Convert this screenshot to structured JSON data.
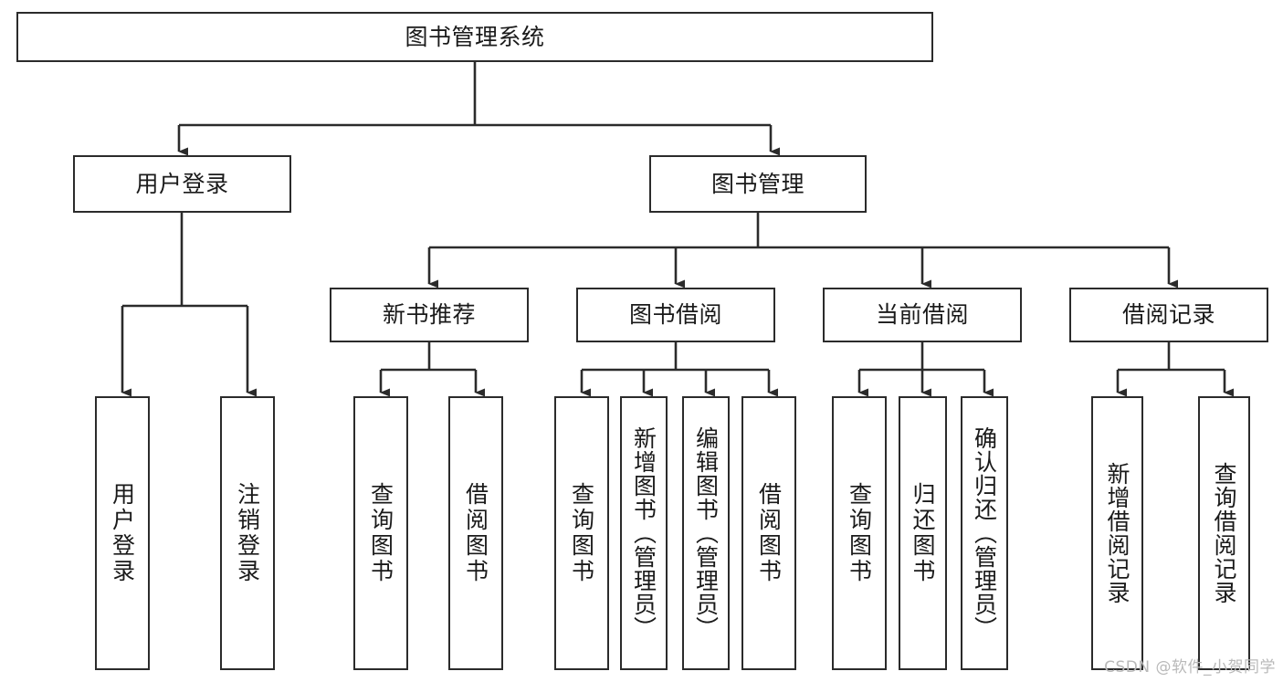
{
  "diagram": {
    "title": "图书管理系统",
    "type": "tree-hierarchy-chart",
    "watermark": "CSDN @软件_小贺同学",
    "colors": {
      "stroke": "#2b2b2b",
      "fill": "#ffffff",
      "text": "#1a1a1a",
      "watermark": "#b9b9b9"
    },
    "nodes": {
      "root": {
        "label": "图书管理系统"
      },
      "level2": [
        {
          "id": "user-login",
          "label": "用户登录"
        },
        {
          "id": "book-manage",
          "label": "图书管理"
        }
      ],
      "level3": [
        {
          "id": "new-book-recommend",
          "label": "新书推荐"
        },
        {
          "id": "book-borrow",
          "label": "图书借阅"
        },
        {
          "id": "current-borrow",
          "label": "当前借阅"
        },
        {
          "id": "borrow-record",
          "label": "借阅记录"
        }
      ],
      "leaves": {
        "user_login": [
          {
            "id": "leaf-user-login",
            "label": "用户登录"
          },
          {
            "id": "leaf-logout-login",
            "label": "注销登录"
          }
        ],
        "new_book_recommend": [
          {
            "id": "leaf-query-book-1",
            "label": "查询图书"
          },
          {
            "id": "leaf-borrow-book-1",
            "label": "借阅图书"
          }
        ],
        "book_borrow": [
          {
            "id": "leaf-query-book-2",
            "label": "查询图书"
          },
          {
            "id": "leaf-add-book",
            "label": "新增图书（管理员）"
          },
          {
            "id": "leaf-edit-book",
            "label": "编辑图书（管理员）"
          },
          {
            "id": "leaf-borrow-book-2",
            "label": "借阅图书"
          }
        ],
        "current_borrow": [
          {
            "id": "leaf-query-book-3",
            "label": "查询图书"
          },
          {
            "id": "leaf-return-book",
            "label": "归还图书"
          },
          {
            "id": "leaf-confirm-return",
            "label": "确认归还（管理员）"
          }
        ],
        "borrow_record": [
          {
            "id": "leaf-add-record",
            "label": "新增借阅记录"
          },
          {
            "id": "leaf-query-record",
            "label": "查询借阅记录"
          }
        ]
      }
    }
  }
}
